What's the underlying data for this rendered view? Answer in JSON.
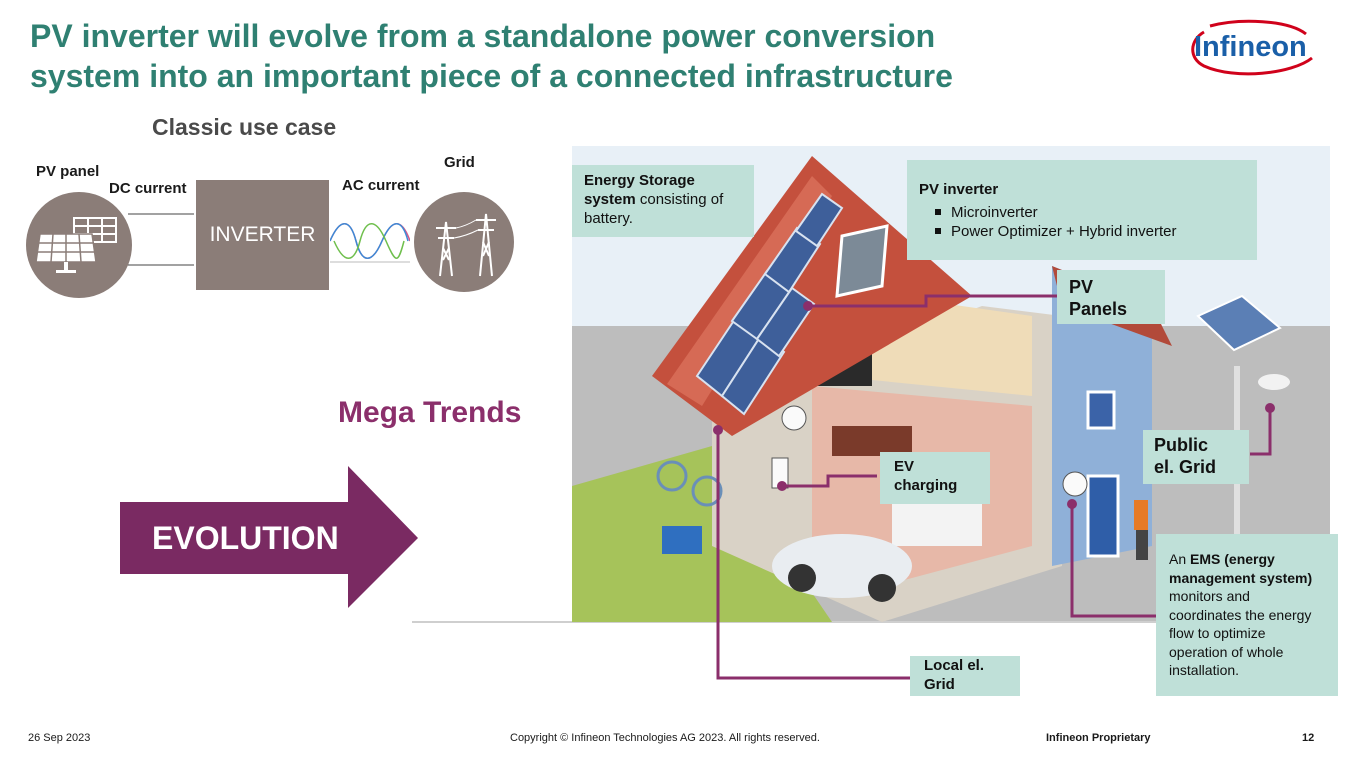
{
  "slide": {
    "title_line1": "PV inverter will evolve from a standalone power conversion",
    "title_line2": "system into an important piece of a connected infrastructure",
    "logo_text": "Infineon",
    "accent_color": "#2f8072",
    "mega_color": "#8b2f6b"
  },
  "classic": {
    "heading": "Classic use case",
    "pv_panel": "PV panel",
    "dc_current": "DC current",
    "inverter": "INVERTER",
    "ac_current": "AC current",
    "grid": "Grid"
  },
  "trends": {
    "mega": "Mega Trends",
    "evolution": "EVOLUTION"
  },
  "callouts": {
    "storage_bold": "Energy Storage system",
    "storage_rest": " consisting of battery.",
    "pv_inverter_title": "PV inverter",
    "pv_inverter_items": [
      "Microinverter",
      "Power Optimizer + Hybrid inverter"
    ],
    "pv_panels_1": "PV",
    "pv_panels_2": "Panels",
    "public_1": "Public",
    "public_2": "el. Grid",
    "ev_1": "EV",
    "ev_2": "charging",
    "ems_pre": "An ",
    "ems_bold": "EMS (energy management system)",
    "ems_rest": " monitors and coordinates the energy flow to optimize operation of whole installation.",
    "local_1": "Local el.",
    "local_2": "Grid"
  },
  "footer": {
    "date": "26 Sep 2023",
    "copyright": "Copyright © Infineon Technologies AG 2023. All rights reserved.",
    "proprietary": "Infineon Proprietary",
    "page": "12"
  }
}
